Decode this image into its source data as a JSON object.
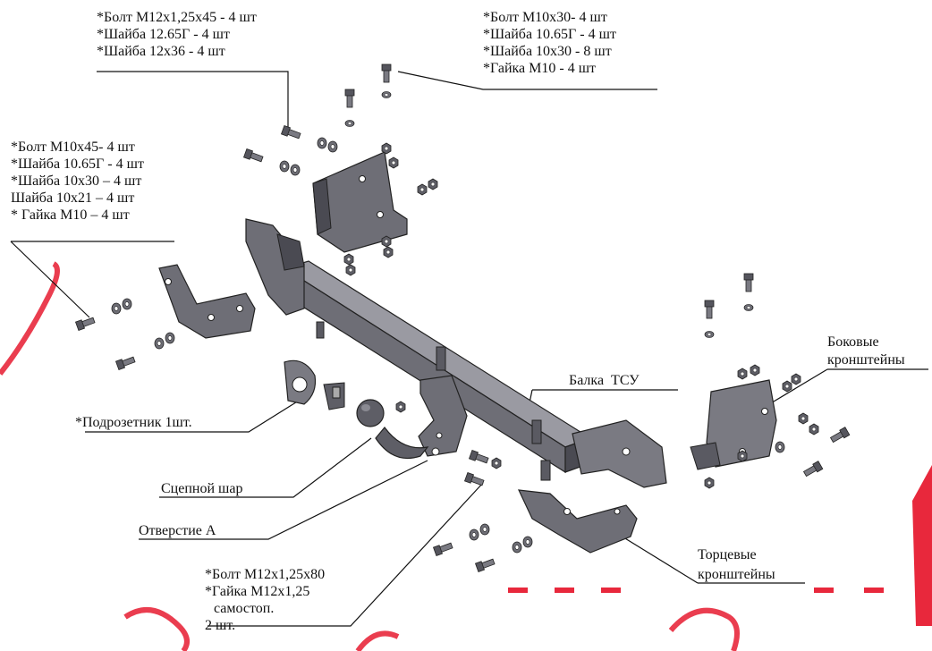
{
  "groups": {
    "top_left": [
      "*Болт М12х1,25х45 - 4 шт",
      "*Шайба 12.65Г - 4 шт",
      "*Шайба 12х36 - 4 шт"
    ],
    "top_right": [
      "*Болт М10х30- 4 шт",
      "*Шайба 10.65Г - 4 шт",
      "*Шайба 10х30 - 8 шт",
      "*Гайка М10 - 4 шт"
    ],
    "left": [
      "*Болт М10х45- 4 шт",
      "*Шайба 10.65Г - 4 шт",
      "*Шайба 10х30 – 4 шт",
      "Шайба 10х21 – 4 шт",
      "* Гайка М10 – 4 шт"
    ],
    "bottom": [
      "*Болт М12х1,25х80",
      "*Гайка М12х1,25",
      "самостоп.",
      "2 шт."
    ]
  },
  "callouts": {
    "socket_bracket": "*Подрозетник 1шт.",
    "tow_ball": "Сцепной шар",
    "hole_a": "Отверстие А",
    "beam": "Балка  ТСУ",
    "side_brackets_1": "Боковые",
    "side_brackets_2": "кронштейны",
    "end_brackets_1": "Торцевые",
    "end_brackets_2": "кронштейны"
  },
  "colors": {
    "metal": "#6e6e76",
    "metal_light": "#9a9aa2",
    "metal_dark": "#3c3c44",
    "line": "#111111",
    "watermark": "#e8283c"
  }
}
